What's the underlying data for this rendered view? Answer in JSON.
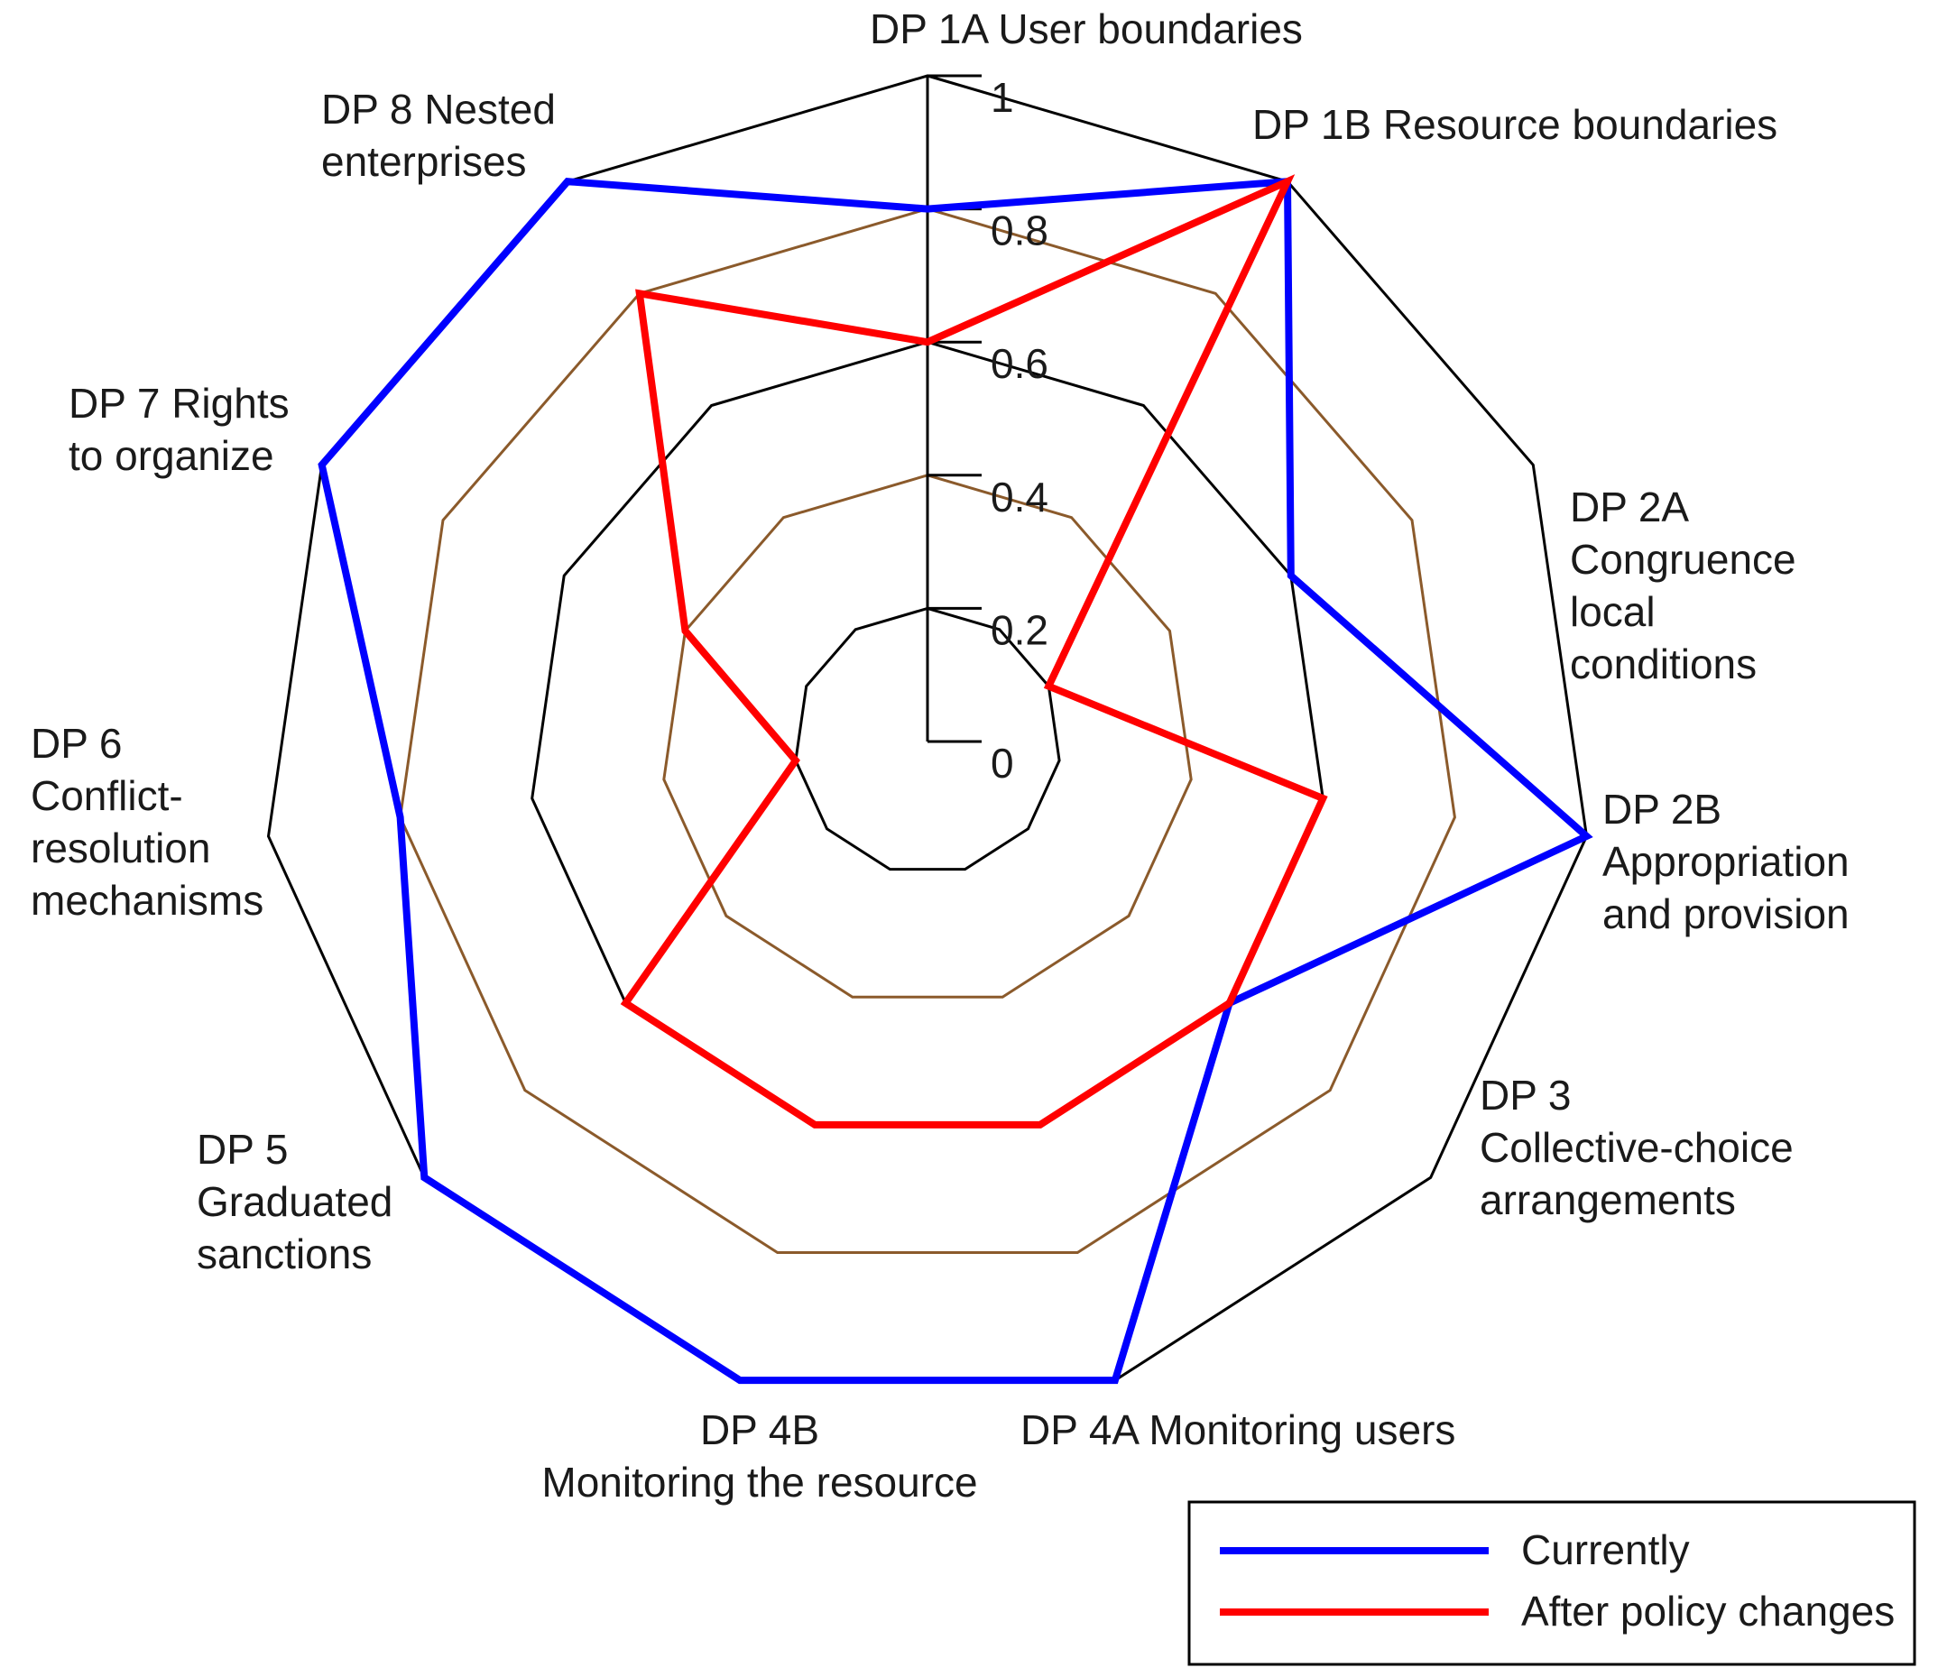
{
  "chart_data": {
    "type": "radar",
    "title": "",
    "categories": [
      "DP 1A User boundaries",
      "DP 1B Resource boundaries",
      "DP 2A Congruence local conditions",
      "DP 2B Appropriation and provision",
      "DP 3 Collective-choice arrangements",
      "DP 4A Monitoring users",
      "DP 4B Monitoring the resource",
      "DP 5 Graduated sanctions",
      "DP 6 Conflict-resolution mechanisms",
      "DP 7 Rights to organize",
      "DP 8 Nested enterprises"
    ],
    "category_label_lines": [
      [
        "DP 1A User boundaries"
      ],
      [
        "DP 1B Resource boundaries"
      ],
      [
        "DP 2A",
        "Congruence",
        "local",
        "conditions"
      ],
      [
        "DP 2B",
        "Appropriation",
        "and provision"
      ],
      [
        "DP 3",
        "Collective-choice",
        "arrangements"
      ],
      [
        "DP 4A Monitoring users"
      ],
      [
        "DP 4B",
        "Monitoring the resource"
      ],
      [
        "DP 5",
        "Graduated",
        "sanctions"
      ],
      [
        "DP 6",
        "Conflict-",
        "resolution",
        "mechanisms"
      ],
      [
        "DP 7 Rights",
        "to organize"
      ],
      [
        "DP 8 Nested",
        "enterprises"
      ]
    ],
    "series": [
      {
        "name": "Currently",
        "color": "#0000ff",
        "values": [
          0.8,
          1.0,
          0.6,
          1.0,
          0.6,
          1.0,
          1.0,
          1.0,
          0.8,
          1.0,
          1.0
        ]
      },
      {
        "name": "After policy changes",
        "color": "#ff0000",
        "values": [
          0.6,
          1.0,
          0.2,
          0.6,
          0.6,
          0.6,
          0.6,
          0.6,
          0.2,
          0.4,
          0.8
        ]
      }
    ],
    "ticks": [
      "0",
      "0.2",
      "0.4",
      "0.6",
      "0.8",
      "1"
    ],
    "tick_values": [
      0,
      0.2,
      0.4,
      0.6,
      0.8,
      1.0
    ],
    "range": [
      0,
      1
    ],
    "grid_ring_colors": [
      "#000000",
      "#8b5a2b"
    ],
    "grid": true,
    "legend_placement": "bottom-right"
  }
}
